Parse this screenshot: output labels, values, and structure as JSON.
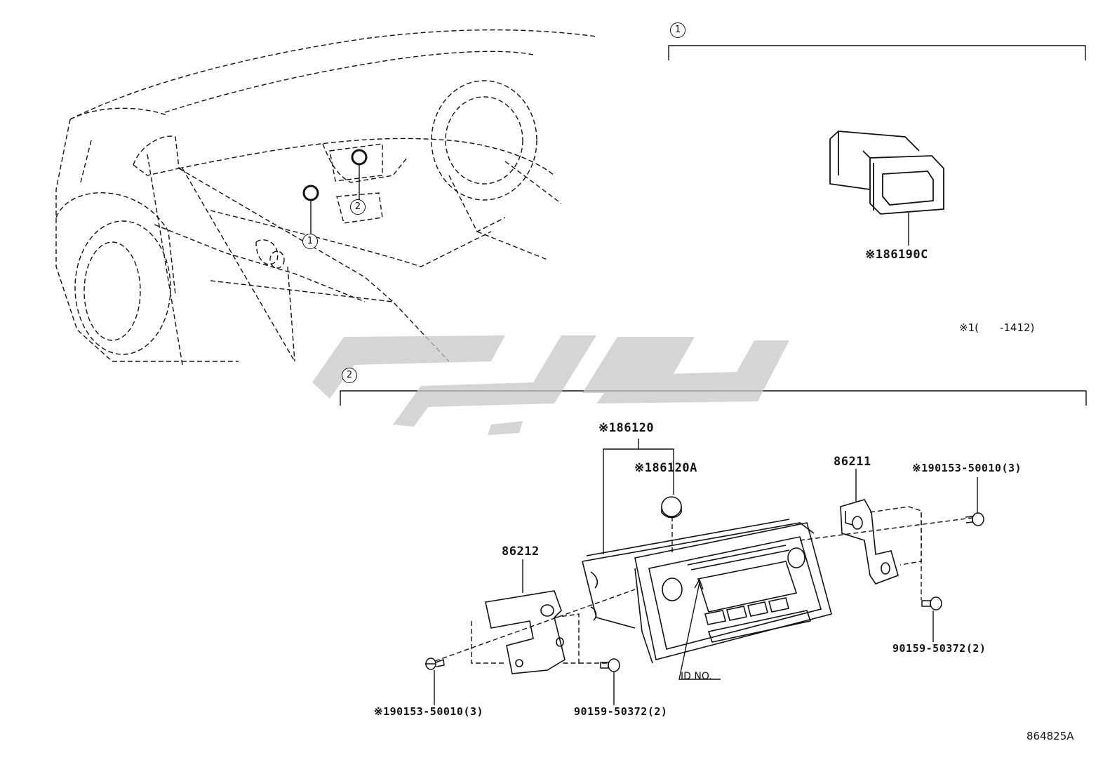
{
  "sections": {
    "s1": {
      "callout": "1"
    },
    "s2": {
      "callout": "2"
    }
  },
  "overview": {
    "markers": [
      "1",
      "2"
    ]
  },
  "parts": {
    "p86190c": "※186190C",
    "p86120": "※186120",
    "p86120a": "※186120A",
    "p86211": "86211",
    "p86212": "86212",
    "screw_left": "※190153-50010(3)",
    "screw_right": "※190153-50010(3)",
    "bolt_left": "90159-50372(2)",
    "bolt_right": "90159-50372(2)"
  },
  "notes": {
    "applicability": "※1(　　-1412)",
    "id_no": "ID NO.",
    "diagram_code": "864825A"
  },
  "watermark": {
    "color": "#c8c8c8"
  }
}
